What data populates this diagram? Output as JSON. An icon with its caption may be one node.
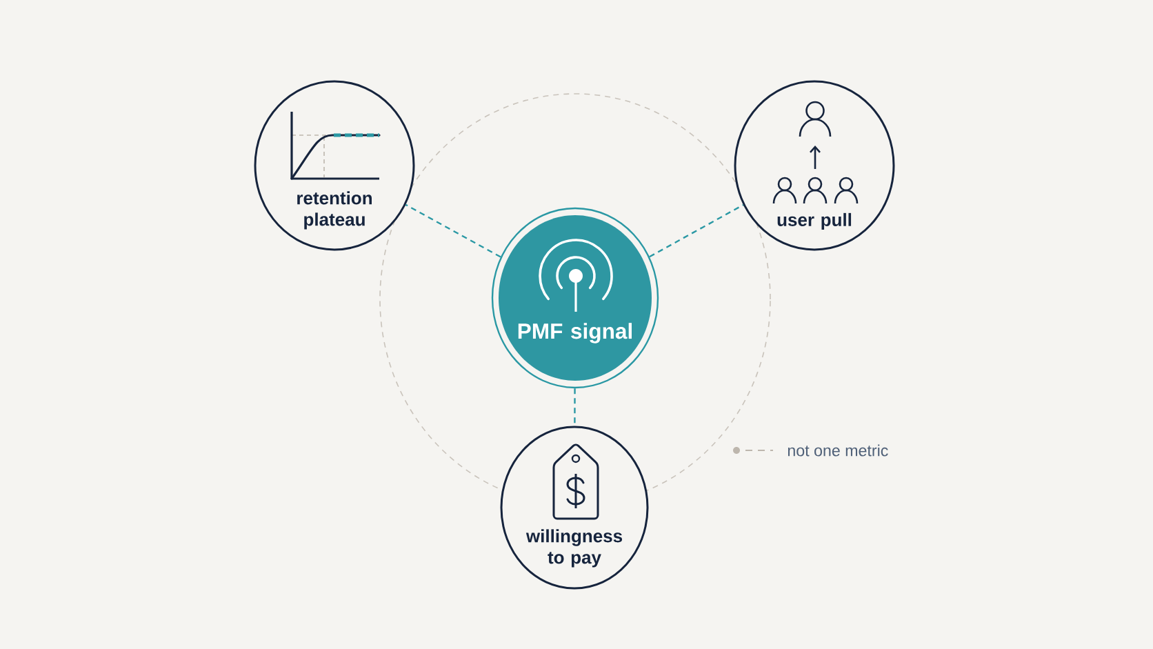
{
  "diagram": {
    "nodes": [
      {
        "text": [
          "retention plateau"
        ]
      },
      {
        "text": [
          "user pull"
        ]
      },
      {
        "text": [
          "PMF signal"
        ]
      },
      {
        "text": [
          "willingness to pay"
        ]
      }
    ],
    "edges": [
      {
        "from": 2,
        "to": 0,
        "arrow": "none",
        "style": "dashed",
        "color": "#2a98a4"
      },
      {
        "from": 2,
        "to": 1,
        "arrow": "none",
        "style": "dashed",
        "color": "#2a98a4"
      },
      {
        "from": 2,
        "to": 3,
        "arrow": "none",
        "style": "dashed",
        "color": "#2a98a4"
      }
    ],
    "legend": [
      {
        "text": "not one metric"
      }
    ]
  }
}
